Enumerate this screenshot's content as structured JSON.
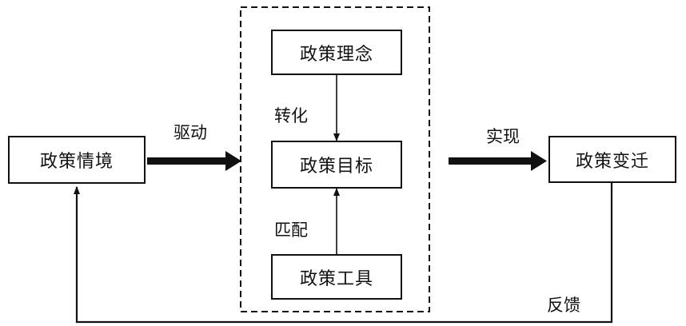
{
  "nodes": {
    "situation": "政策情境",
    "concept": "政策理念",
    "goal": "政策目标",
    "tool": "政策工具",
    "change": "政策变迁"
  },
  "edge_labels": {
    "drive": "驱动",
    "transform": "转化",
    "match": "匹配",
    "realize": "实现",
    "feedback": "反馈"
  }
}
